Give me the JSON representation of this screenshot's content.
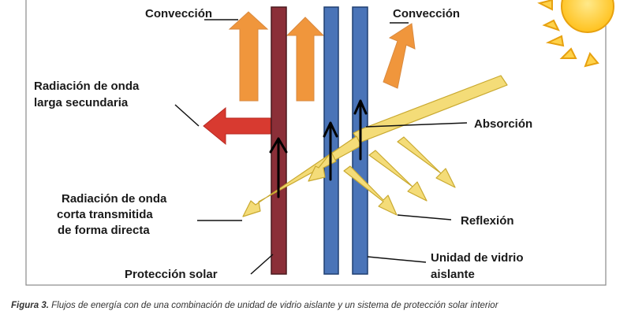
{
  "labels": {
    "conveccion_left": "Convección",
    "conveccion_right": "Convección",
    "radiacion_larga_1": "Radiación de onda",
    "radiacion_larga_2": "larga secundaria",
    "absorcion": "Absorción",
    "radiacion_corta_1": "Radiación de onda",
    "radiacion_corta_2": "corta transmitida",
    "radiacion_corta_3": "de forma directa",
    "reflexion": "Reflexión",
    "proteccion": "Protección solar",
    "unidad_1": "Unidad de vidrio",
    "unidad_2": "aislante"
  },
  "caption": {
    "figure": "Figura 3.",
    "text": " Flujos de energía con de una combinación de unidad de vidrio aislante y un sistema de protección solar interior"
  },
  "colors": {
    "shade_panel": "#8b2f38",
    "glass_panel": "#4a74b8",
    "convection_arrow": "#f0963c",
    "longwave_arrow": "#d83a30",
    "solar_beam": "#f4dc78",
    "sun": "#ffc21c",
    "heat_arrow": "#000000"
  },
  "icons": [
    "sun-icon"
  ]
}
